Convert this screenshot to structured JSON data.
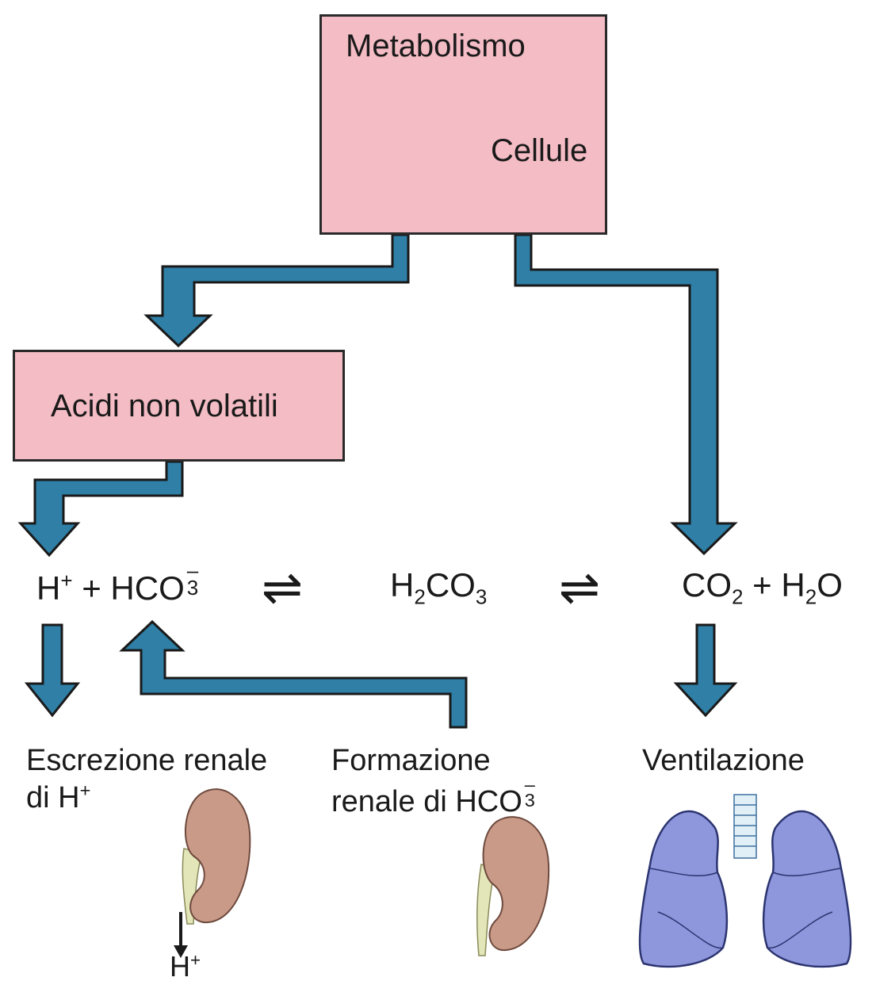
{
  "metabolism": {
    "title": "Metabolismo",
    "cells_label": "Cellule"
  },
  "acids": {
    "label": "Acidi non volatili"
  },
  "equation": {
    "h": "H",
    "plus_sign": "+",
    "plus": "+",
    "hco": "HCO",
    "sub3": "3",
    "minus": "–",
    "h2co3_h": "H",
    "sub2": "2",
    "h2co3_co": "CO",
    "co": "CO",
    "h2o_h": "H",
    "h2o_o": "O",
    "eq_arrow": "⇌"
  },
  "renal_h": {
    "line1": "Escrezione renale",
    "line2_prefix": "di H",
    "sup": "+",
    "output_h": "H"
  },
  "renal_hco3": {
    "line1": "Formazione",
    "line2_prefix": "renale di HCO",
    "sub": "3",
    "sup": "–"
  },
  "ventilation": {
    "label": "Ventilazione"
  },
  "colors": {
    "box_fill": "#f4bcc4",
    "arrow_fill": "#2f7fa6",
    "arrow_stroke": "#1a1a1a"
  }
}
